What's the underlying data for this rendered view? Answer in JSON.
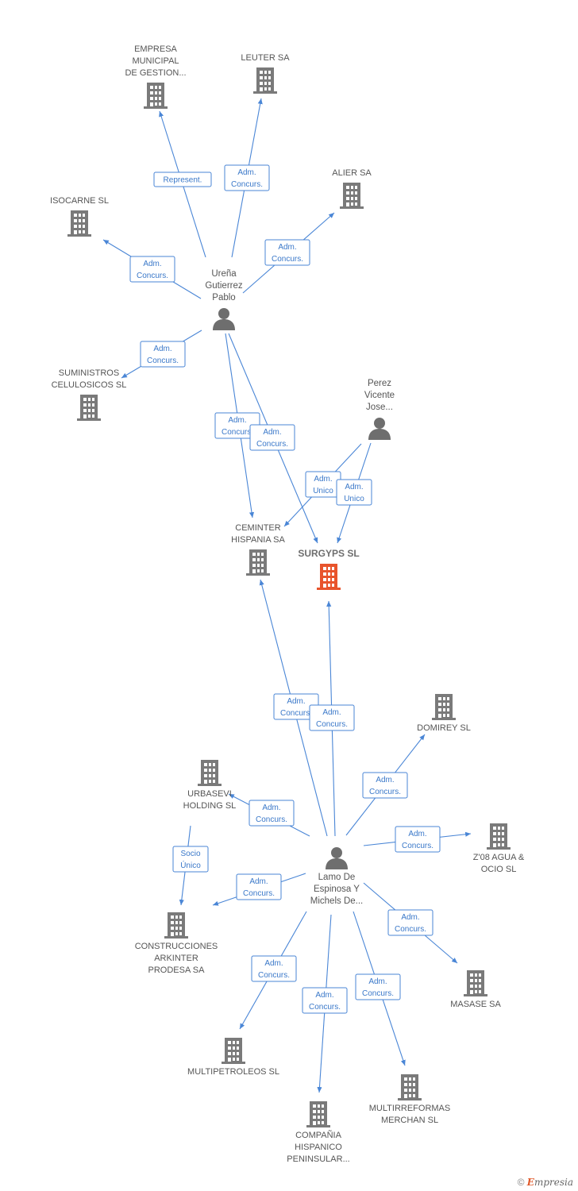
{
  "colors": {
    "edge": "#4a86d6",
    "company": "#7a7a7a",
    "main_company": "#e8542c",
    "person": "#6e6e6e"
  },
  "nodes": [
    {
      "id": "surgyps",
      "type": "company",
      "main": true,
      "label": [
        "SURGYPS SL"
      ]
    },
    {
      "id": "urena",
      "type": "person",
      "label": [
        "Ureña",
        "Gutierrez",
        "Pablo"
      ]
    },
    {
      "id": "perez",
      "type": "person",
      "label": [
        "Perez",
        "Vicente",
        "Jose..."
      ]
    },
    {
      "id": "lamo",
      "type": "person",
      "label": [
        "Lamo De",
        "Espinosa Y",
        "Michels De..."
      ]
    },
    {
      "id": "empresa",
      "type": "company",
      "label": [
        "EMPRESA",
        "MUNICIPAL",
        "DE GESTION..."
      ]
    },
    {
      "id": "leuter",
      "type": "company",
      "label": [
        "LEUTER SA"
      ]
    },
    {
      "id": "alier",
      "type": "company",
      "label": [
        "ALIER SA"
      ]
    },
    {
      "id": "isocarne",
      "type": "company",
      "label": [
        "ISOCARNE SL"
      ]
    },
    {
      "id": "suministros",
      "type": "company",
      "label": [
        "SUMINISTROS",
        "CELULOSICOS SL"
      ]
    },
    {
      "id": "ceminter",
      "type": "company",
      "label": [
        "CEMINTER",
        "HISPANIA SA"
      ]
    },
    {
      "id": "domirey",
      "type": "company",
      "label": [
        "DOMIREY SL"
      ]
    },
    {
      "id": "urbasevi",
      "type": "company",
      "label": [
        "URBASEVI",
        "HOLDING SL"
      ]
    },
    {
      "id": "z08",
      "type": "company",
      "label": [
        "Z'08 AGUA &",
        "OCIO SL"
      ]
    },
    {
      "id": "construcciones",
      "type": "company",
      "label": [
        "CONSTRUCCIONES",
        "ARKINTER",
        "PRODESA SA"
      ]
    },
    {
      "id": "masase",
      "type": "company",
      "label": [
        "MASASE SA"
      ]
    },
    {
      "id": "multipetroleos",
      "type": "company",
      "label": [
        "MULTIPETROLEOS SL"
      ]
    },
    {
      "id": "multirreformas",
      "type": "company",
      "label": [
        "MULTIRREFORMAS",
        "MERCHAN SL"
      ]
    },
    {
      "id": "compania",
      "type": "company",
      "label": [
        "COMPAÑIA",
        "HISPANICO",
        "PENINSULAR..."
      ]
    }
  ],
  "edges": [
    {
      "from": "urena",
      "to": "empresa",
      "label": [
        "Represent."
      ]
    },
    {
      "from": "urena",
      "to": "leuter",
      "label": [
        "Adm.",
        "Concurs."
      ]
    },
    {
      "from": "urena",
      "to": "alier",
      "label": [
        "Adm.",
        "Concurs."
      ]
    },
    {
      "from": "urena",
      "to": "isocarne",
      "label": [
        "Adm.",
        "Concurs."
      ]
    },
    {
      "from": "urena",
      "to": "suministros",
      "label": [
        "Adm.",
        "Concurs."
      ]
    },
    {
      "from": "urena",
      "to": "ceminter",
      "label": [
        "Adm.",
        "Concurs."
      ]
    },
    {
      "from": "urena",
      "to": "surgyps",
      "label": [
        "Adm.",
        "Concurs."
      ]
    },
    {
      "from": "perez",
      "to": "ceminter",
      "label": [
        "Adm.",
        "Unico"
      ]
    },
    {
      "from": "perez",
      "to": "surgyps",
      "label": [
        "Adm.",
        "Unico"
      ]
    },
    {
      "from": "lamo",
      "to": "ceminter",
      "label": [
        "Adm.",
        "Concurs."
      ]
    },
    {
      "from": "lamo",
      "to": "surgyps",
      "label": [
        "Adm.",
        "Concurs."
      ]
    },
    {
      "from": "lamo",
      "to": "domirey",
      "label": [
        "Adm.",
        "Concurs."
      ]
    },
    {
      "from": "lamo",
      "to": "urbasevi",
      "label": [
        "Adm.",
        "Concurs."
      ]
    },
    {
      "from": "lamo",
      "to": "z08",
      "label": [
        "Adm.",
        "Concurs."
      ]
    },
    {
      "from": "lamo",
      "to": "construcciones",
      "label": [
        "Adm.",
        "Concurs."
      ]
    },
    {
      "from": "urbasevi",
      "to": "construcciones",
      "label": [
        "Socio",
        "Único"
      ]
    },
    {
      "from": "lamo",
      "to": "masase",
      "label": [
        "Adm.",
        "Concurs."
      ]
    },
    {
      "from": "lamo",
      "to": "multipetroleos",
      "label": [
        "Adm.",
        "Concurs."
      ]
    },
    {
      "from": "lamo",
      "to": "multirreformas",
      "label": [
        "Adm.",
        "Concurs."
      ]
    },
    {
      "from": "lamo",
      "to": "compania",
      "label": [
        "Adm.",
        "Concurs."
      ]
    }
  ],
  "footer": {
    "copyright": "©",
    "brand_initial": "E",
    "brand_rest": "mpresia"
  }
}
